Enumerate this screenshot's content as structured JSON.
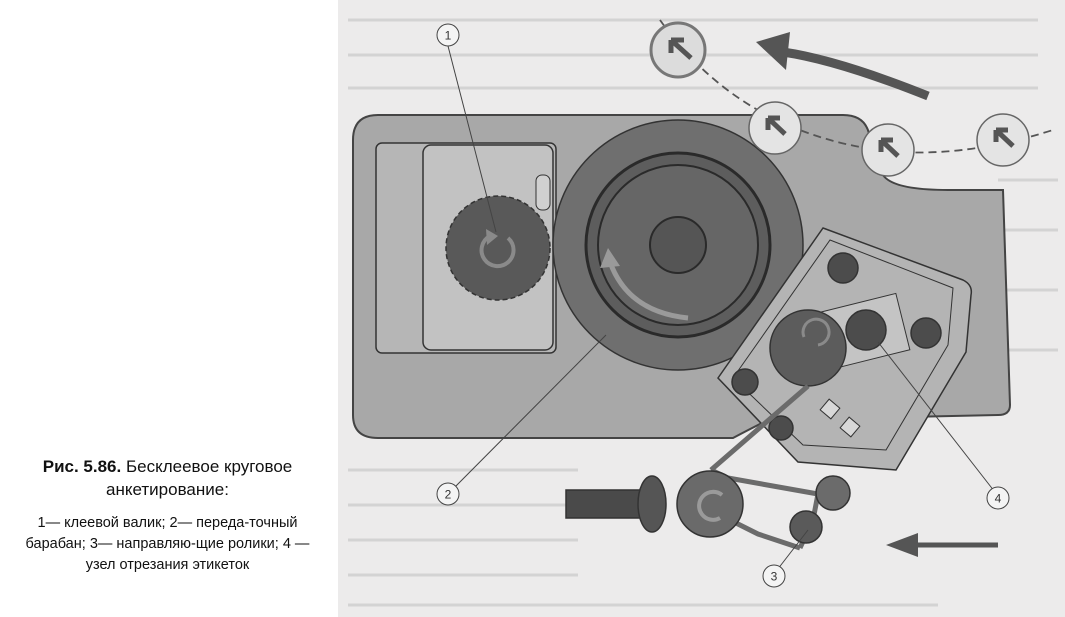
{
  "caption": {
    "figure_label": "Рис. 5.86.",
    "title": "Бесклеевое круговое анкетирование:",
    "legend": "1— клеевой валик; 2— переда-точный барабан; 3— направляю-щие ролики; 4 — узел отрезания этикеток"
  },
  "figure": {
    "callouts": [
      "1",
      "2",
      "3",
      "4"
    ]
  }
}
